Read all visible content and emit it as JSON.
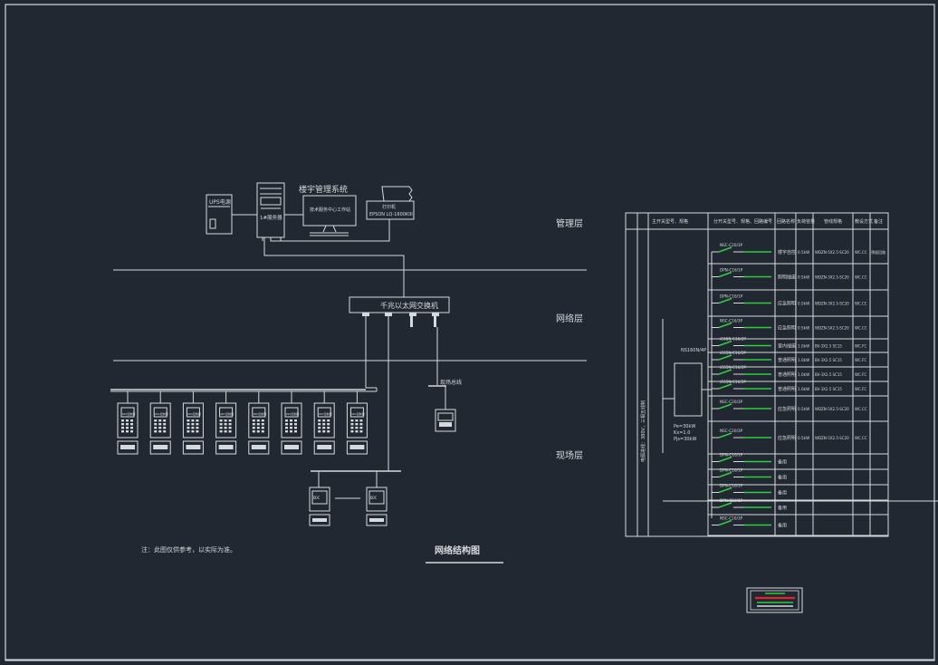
{
  "drawing": {
    "top_left_labels": {
      "ups": "UPS电源",
      "server": "1#服务器",
      "monitor_title": "楼宇管理系统",
      "monitor_inner": "技术服务中心工作站",
      "printer_label": "打印机",
      "printer_model": "EPSON LQ-1600KIII"
    },
    "layers": {
      "management": "管理层",
      "network": "网络层",
      "field": "现场层"
    },
    "switch_label": "千兆以太网交换机",
    "bus_label": "现场总线",
    "controller_label": "DDC控制器",
    "note": "注：此图仅供参考，以实际为准。",
    "diagram_title": "网络结构图",
    "panel": {
      "headers": [
        "主开关型号、规格",
        "分开关型号、规格、回路编号",
        "回路名称",
        "负荷容量",
        "管线规格",
        "敷设方式",
        "备注"
      ],
      "side_text": "电源进线：380V，三相五线制",
      "main_breaker": "NS160N/4P",
      "main_params": [
        "Pe=30kW",
        "Kx=1.0",
        "Pjs=30kW"
      ],
      "branches": [
        {
          "breaker": "NSC-C20/3P",
          "name": "楼宇自控",
          "cap": "0.5kW",
          "cable": "WDZN-5X2.5-SC20",
          "lay": "WC.CC",
          "note": "预留回路"
        },
        {
          "breaker": "DPN-C16/1P",
          "name": "照明插座",
          "cap": "0.5kW",
          "cable": "WDZN-3X2.5-SC20",
          "lay": "WC.CC",
          "note": ""
        },
        {
          "breaker": "DPN-C16/1P",
          "name": "应急照明",
          "cap": "0.5kW",
          "cable": "WDZN-3X2.5-SC20",
          "lay": "WC.CC",
          "note": ""
        },
        {
          "breaker": "NSC-C16/3P",
          "name": "应急照明",
          "cap": "0.5kW",
          "cable": "WDZN-5X2.5-SC20",
          "lay": "WC.CC",
          "note": ""
        },
        {
          "breaker": "iC65N-C16/2P",
          "name": "室内插座",
          "cap": "1.0kW",
          "cable": "BV-3X2.5 SC15",
          "lay": "WC.FC",
          "note": ""
        },
        {
          "breaker": "iC65N-C16/2P",
          "name": "普通照明",
          "cap": "1.0kW",
          "cable": "BV-3X2.5 SC15",
          "lay": "WC.FC",
          "note": ""
        },
        {
          "breaker": "iC65N-C16/2P",
          "name": "普通照明",
          "cap": "1.0kW",
          "cable": "BV-3X2.5 SC15",
          "lay": "WC.FC",
          "note": ""
        },
        {
          "breaker": "iC65N-C16/2P",
          "name": "普通照明",
          "cap": "1.0kW",
          "cable": "BV-3X2.5 SC15",
          "lay": "WC.FC",
          "note": ""
        },
        {
          "breaker": "NSC-C20/3P",
          "name": "应急照明",
          "cap": "0.5kW",
          "cable": "WDZN-5X2.5-SC20",
          "lay": "WC.CC",
          "note": ""
        },
        {
          "breaker": "NSC-C20/3P",
          "name": "应急照明",
          "cap": "0.5kW",
          "cable": "WDZN-5X2.5-SC20",
          "lay": "WC.CC",
          "note": ""
        },
        {
          "breaker": "DPN-C16/1P",
          "name": "备用",
          "cap": "",
          "cable": "",
          "lay": "",
          "note": ""
        },
        {
          "breaker": "DPN-C16/1P",
          "name": "备用",
          "cap": "",
          "cable": "",
          "lay": "",
          "note": ""
        },
        {
          "breaker": "DPN-C16/1P",
          "name": "备用",
          "cap": "",
          "cable": "",
          "lay": "",
          "note": ""
        },
        {
          "breaker": "DPN-C16/1P",
          "name": "备用",
          "cap": "",
          "cable": "",
          "lay": "",
          "note": ""
        },
        {
          "breaker": "NSC-C20/3P",
          "name": "备用",
          "cap": "",
          "cable": "",
          "lay": "",
          "note": ""
        }
      ]
    }
  },
  "colors": {
    "background": "#222831",
    "line": "#d6d9dd",
    "breaker_green": "#2ecc40",
    "legend_red": "#e0242a"
  }
}
